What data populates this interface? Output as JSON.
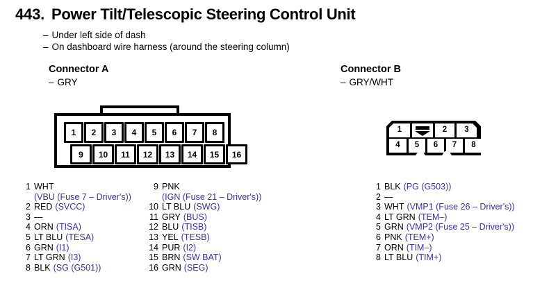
{
  "header": {
    "number": "443.",
    "title": "Power Tilt/Telescopic Steering Control Unit",
    "dash": "–",
    "locations": [
      "Under left side of dash",
      "On dashboard wire harness (around the steering column)"
    ]
  },
  "connector_a": {
    "name": "Connector A",
    "color": "GRY",
    "dash": "–",
    "top_row": [
      "1",
      "2",
      "3",
      "4",
      "5",
      "6",
      "7",
      "8"
    ],
    "bottom_row": [
      "9",
      "10",
      "11",
      "12",
      "13",
      "14",
      "15",
      "16"
    ],
    "pins_left": [
      {
        "num": "1",
        "wire": "WHT",
        "circuit": "",
        "cont": "(VBU (Fuse 7 – Driver's))"
      },
      {
        "num": "2",
        "wire": "RED",
        "circuit": "(SVCC)",
        "cont": ""
      },
      {
        "num": "3",
        "wire": "—",
        "circuit": "",
        "cont": ""
      },
      {
        "num": "4",
        "wire": "ORN",
        "circuit": "(TISA)",
        "cont": ""
      },
      {
        "num": "5",
        "wire": "LT BLU",
        "circuit": "(TESA)",
        "cont": ""
      },
      {
        "num": "6",
        "wire": "GRN",
        "circuit": "(I1)",
        "cont": ""
      },
      {
        "num": "7",
        "wire": "LT GRN",
        "circuit": "(I3)",
        "cont": ""
      },
      {
        "num": "8",
        "wire": "BLK",
        "circuit": "(SG (G501))",
        "cont": ""
      }
    ],
    "pins_right": [
      {
        "num": "9",
        "wire": "PNK",
        "circuit": "",
        "cont": "(IGN (Fuse 21 – Driver's))"
      },
      {
        "num": "10",
        "wire": "LT BLU",
        "circuit": "(SWG)",
        "cont": ""
      },
      {
        "num": "11",
        "wire": "GRY",
        "circuit": "(BUS)",
        "cont": ""
      },
      {
        "num": "12",
        "wire": "BLU",
        "circuit": "(TISB)",
        "cont": ""
      },
      {
        "num": "13",
        "wire": "YEL",
        "circuit": "(TESB)",
        "cont": ""
      },
      {
        "num": "14",
        "wire": "PUR",
        "circuit": "(I2)",
        "cont": ""
      },
      {
        "num": "15",
        "wire": "BRN",
        "circuit": "(SW BAT)",
        "cont": ""
      },
      {
        "num": "16",
        "wire": "GRN",
        "circuit": "(SEG)",
        "cont": ""
      }
    ]
  },
  "connector_b": {
    "name": "Connector B",
    "color": "GRY/WHT",
    "dash": "–",
    "top_row": [
      "1",
      "",
      "2",
      "3"
    ],
    "bottom_row": [
      "4",
      "5",
      "6",
      "7",
      "8"
    ],
    "pins": [
      {
        "num": "1",
        "wire": "BLK",
        "circuit": "(PG (G503))",
        "cont": ""
      },
      {
        "num": "2",
        "wire": "—",
        "circuit": "",
        "cont": ""
      },
      {
        "num": "3",
        "wire": "WHT",
        "circuit": "(VMP1 (Fuse 26 – Driver's))",
        "cont": ""
      },
      {
        "num": "4",
        "wire": "LT GRN",
        "circuit": "(TEM–)",
        "cont": ""
      },
      {
        "num": "5",
        "wire": "GRN",
        "circuit": "(VMP2 (Fuse 25 – Driver's))",
        "cont": ""
      },
      {
        "num": "6",
        "wire": "PNK",
        "circuit": "(TEM+)",
        "cont": ""
      },
      {
        "num": "7",
        "wire": "ORN",
        "circuit": "(TIM–)",
        "cont": ""
      },
      {
        "num": "8",
        "wire": "LT BLU",
        "circuit": "(TIM+)",
        "cont": ""
      }
    ]
  },
  "colors": {
    "circuit_blue": "#3333aa",
    "text_black": "#000000",
    "background": "#ffffff"
  }
}
